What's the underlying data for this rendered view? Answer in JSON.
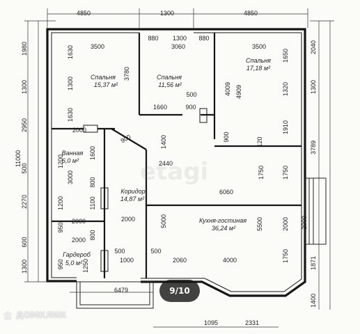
{
  "plan": {
    "dims_top_outer": [
      "4850",
      "1300",
      "4850"
    ],
    "dims_top_inner": [
      "880",
      "1300",
      "880"
    ],
    "dims_top_inner2": [
      "3500",
      "3060",
      "3500"
    ],
    "dims_left_outer": [
      "1980",
      "1300",
      "2950",
      "11000",
      "500",
      "2270",
      "600",
      "1300"
    ],
    "dims_left_inner": [
      "1630",
      "1300",
      "1630",
      "1200",
      "3000",
      "1200",
      "950",
      "950"
    ],
    "dims_right_outer": [
      "2040",
      "1300",
      "3789",
      "2000",
      "1871",
      "1400"
    ],
    "dims_right_inner": [
      "1650",
      "1320",
      "1910",
      "1750",
      "2000",
      "1750"
    ],
    "dims_misc": [
      "3780",
      "4009",
      "4909",
      "500",
      "1660",
      "900",
      "2000",
      "1400",
      "900",
      "120",
      "2440",
      "6060",
      "1750",
      "5000",
      "5500",
      "2000",
      "4000",
      "2060",
      "500",
      "1000",
      "500",
      "6479",
      "1095",
      "2331",
      "800",
      "1100",
      "800",
      "1600",
      "2000",
      "1250",
      "2000",
      "900"
    ],
    "rooms": [
      {
        "name": "Спальня",
        "area": "15,37 м²"
      },
      {
        "name": "Спальня",
        "area": "11,56 м²"
      },
      {
        "name": "Спальня",
        "area": "17,18 м²"
      },
      {
        "name": "Ванная",
        "area": "6,0 м²"
      },
      {
        "name": "Коридор",
        "area": "14,87 м²"
      },
      {
        "name": "Кухня-гостиная",
        "area": "36,24 м²"
      },
      {
        "name": "Гардероб",
        "area": "5,0 м²"
      }
    ]
  },
  "watermark": "etagi",
  "pager": "9/10",
  "brand": "ДОМКЛИК"
}
